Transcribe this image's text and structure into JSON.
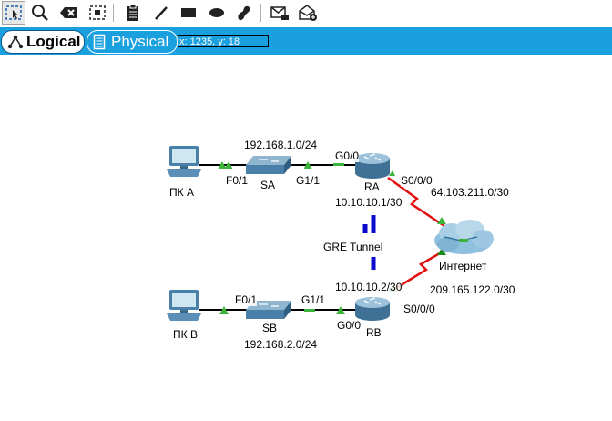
{
  "toolbar": {
    "tools": [
      "select-icon",
      "inspect-icon",
      "delete-icon",
      "resize-icon",
      "note-icon",
      "draw-line-icon",
      "rectangle-icon",
      "ellipse-icon",
      "freeform-icon",
      "simple-pdu-icon",
      "complex-pdu-icon"
    ]
  },
  "tabs": {
    "logical_label": "Logical",
    "physical_label": "Physical",
    "coordinates": "x: 1235, y: 18"
  },
  "topology": {
    "devices": {
      "pc_a": "ПК A",
      "pc_b": "ПК B",
      "switch_a": "SA",
      "switch_b": "SB",
      "router_a": "RA",
      "router_b": "RB",
      "cloud": "Интернет"
    },
    "ports": {
      "sa_f01": "F0/1",
      "sa_g11": "G1/1",
      "ra_g00": "G0/0",
      "ra_s000": "S0/0/0",
      "sb_f01": "F0/1",
      "sb_g11": "G1/1",
      "rb_g00": "G0/0",
      "rb_s000": "S0/0/0"
    },
    "networks": {
      "lan_a": "192.168.1.0/24",
      "lan_b": "192.168.2.0/24",
      "tunnel_a": "10.10.10.1/30",
      "tunnel_b": "10.10.10.2/30",
      "wan_a": "64.103.211.0/30",
      "wan_b": "209.165.122.0/30",
      "tunnel_label": "GRE Tunnel"
    }
  },
  "colors": {
    "tabbar": "#1aa0de",
    "link_up": "#3cb43c",
    "serial_link": "#e01010",
    "tunnel": "#0a0acd"
  }
}
